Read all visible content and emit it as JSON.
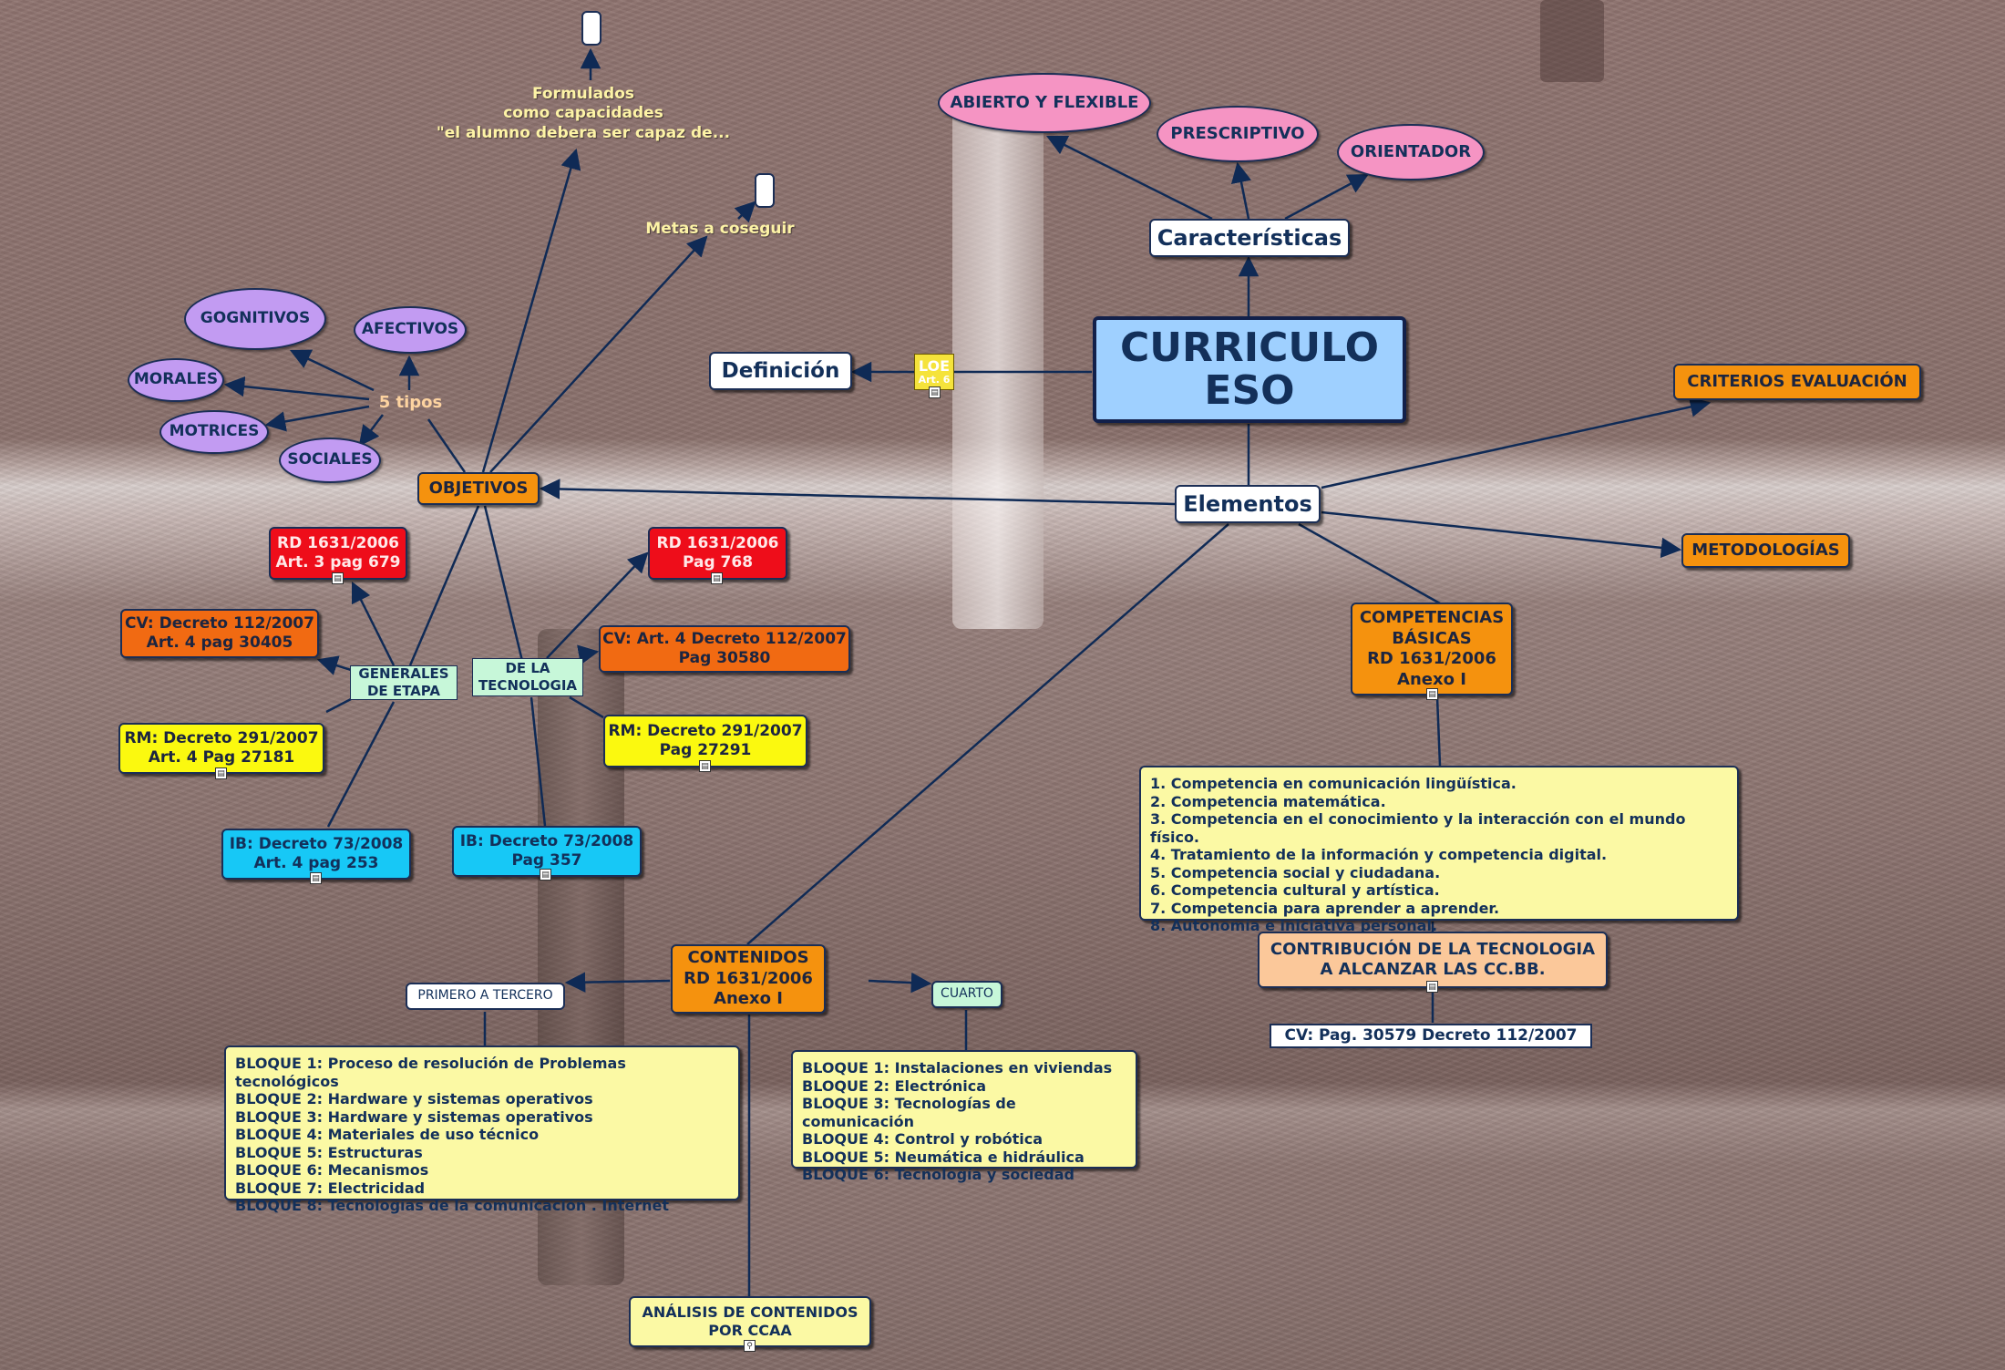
{
  "center": {
    "line1": "CURRICULO",
    "line2": "ESO"
  },
  "characteristics": {
    "title": "Características",
    "items": [
      "ABIERTO Y FLEXIBLE",
      "PRESCRIPTIVO",
      "ORIENTADOR"
    ]
  },
  "definition": {
    "title": "Definición",
    "loe": "LOE",
    "loe_art": "Art. 6"
  },
  "elements": {
    "title": "Elementos",
    "criterios": "CRITERIOS EVALUACIÓN",
    "metodologias": "METODOLOGÍAS"
  },
  "objectives": {
    "title": "OBJETIVOS",
    "formulados": "Formulados\ncomo capacidades\n\"el alumno debera ser capaz de...",
    "metas": "Metas a coseguir",
    "types_label": "5 tipos",
    "types": [
      "GOGNITIVOS",
      "AFECTIVOS",
      "MORALES",
      "MOTRICES",
      "SOCIALES"
    ],
    "generales": "GENERALES\nDE ETAPA",
    "tecnologia": "DE LA\nTECNOLOGIA",
    "gen_refs": {
      "rd": "RD 1631/2006\nArt. 3 pag 679",
      "cv": "CV: Decreto 112/2007\nArt. 4 pag 30405",
      "rm": "RM: Decreto 291/2007\nArt. 4 Pag 27181",
      "ib": "IB: Decreto 73/2008\nArt. 4 pag 253"
    },
    "tec_refs": {
      "rd": "RD 1631/2006\nPag 768",
      "cv": "CV: Art. 4 Decreto 112/2007\nPag 30580",
      "rm": "RM: Decreto 291/2007\nPag 27291",
      "ib": "IB: Decreto 73/2008\nPag 357"
    }
  },
  "competencias": {
    "title": "COMPETENCIAS\nBÁSICAS\nRD 1631/2006\nAnexo I",
    "list": [
      "1. Competencia en comunicación lingüística.",
      "2. Competencia matemática.",
      "3. Competencia en el conocimiento y la interacción con el mundo físico.",
      "4. Tratamiento de la información y competencia digital.",
      "5. Competencia social y ciudadana.",
      "6. Competencia cultural y artística.",
      "7. Competencia para aprender a aprender.",
      "8. Autonomía e iniciativa personal."
    ],
    "contribucion": "CONTRIBUCIÓN DE LA TECNOLOGIA\nA ALCANZAR LAS CC.BB.",
    "cv_ref": "CV: Pag. 30579 Decreto 112/2007"
  },
  "contenidos": {
    "title": "CONTENIDOS\nRD 1631/2006\nAnexo I",
    "primero": "PRIMERO A TERCERO",
    "cuarto": "CUARTO",
    "bloques_1_3": [
      "BLOQUE 1: Proceso de resolución de Problemas tecnológicos",
      "BLOQUE 2: Hardware y sistemas operativos",
      "BLOQUE 3: Hardware y sistemas operativos",
      "BLOQUE 4: Materiales de uso técnico",
      "BLOQUE 5: Estructuras",
      "BLOQUE 6: Mecanismos",
      "BLOQUE 7: Electricidad",
      "BLOQUE 8: Tecnologías de la comunicación . Internet"
    ],
    "bloques_4": [
      "BLOQUE 1: Instalaciones en viviendas",
      "BLOQUE 2: Electrónica",
      "BLOQUE 3: Tecnologías de comunicación",
      "BLOQUE 4: Control y robótica",
      "BLOQUE 5: Neumática e hidráulica",
      "BLOQUE 6: Tecnología y sociedad"
    ],
    "analisis": "ANÁLISIS DE CONTENIDOS\nPOR CCAA"
  },
  "colors": {
    "link": "#0f2a55",
    "center_fill": "#9fd0ff",
    "oval_pink": "#f594c3",
    "oval_purple": "#c29bf2",
    "orange": "#f5920e",
    "red": "#ee0d1a",
    "yellow": "#fbf90f",
    "cyan": "#17c8f6",
    "pale_yellow": "#fbf9a4",
    "mint": "#c7f7d9",
    "peach": "#fbc89a"
  }
}
